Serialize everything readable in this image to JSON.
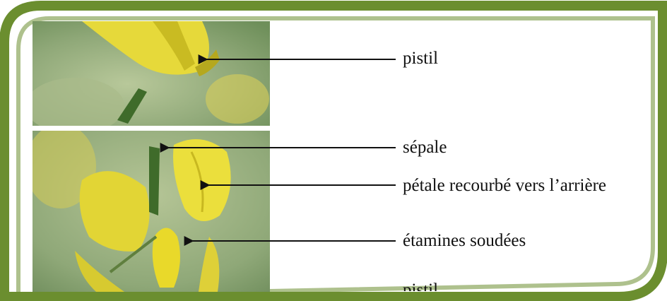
{
  "diagram": {
    "labels": {
      "pistil_top": "pistil",
      "sepale": "sépale",
      "petale": "pétale recourbé vers l’arrière",
      "etamines": "étamines soudées",
      "pistil_bottom": "pistil"
    },
    "colors": {
      "frame": "#6b8e2f",
      "petal": "#e6d93a",
      "background_green": "#8fa878",
      "arrow": "#111111"
    }
  }
}
